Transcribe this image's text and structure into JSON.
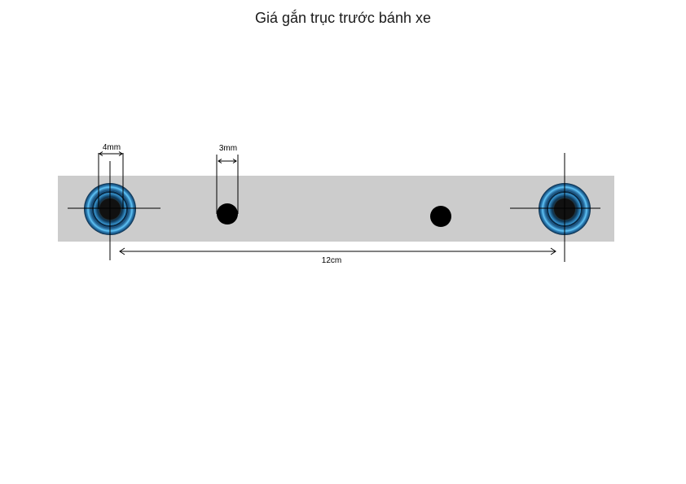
{
  "title": "Giá gắn trục trước bánh xe",
  "dimensions": {
    "bearing_hole": "4mm",
    "slot_width": "3mm",
    "overall_span": "12cm"
  },
  "colors": {
    "plate": "#cccccc",
    "bearing": "#2a7fc0",
    "bearing_core": "#1a1a1a",
    "hole": "#000000",
    "line": "#000000"
  }
}
